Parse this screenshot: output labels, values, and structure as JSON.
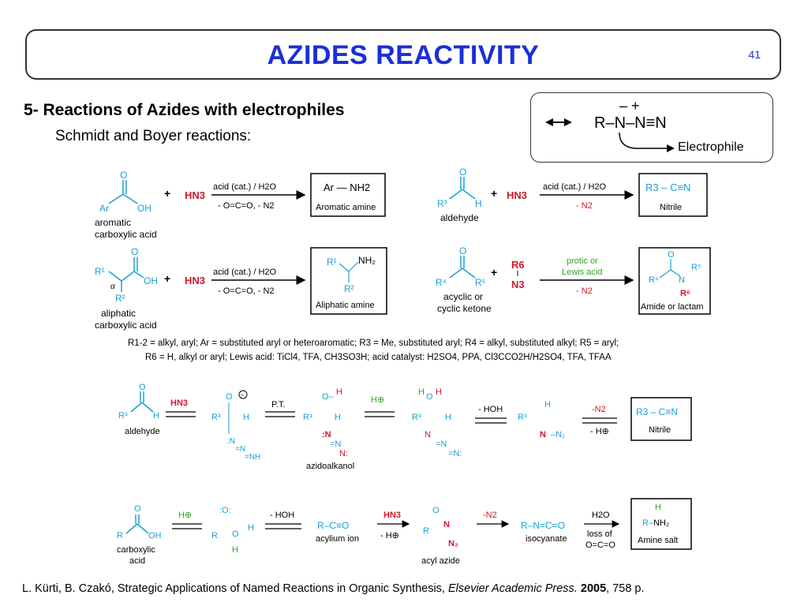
{
  "slide": {
    "title": "AZIDES REACTIVITY",
    "page_number": "41",
    "heading": "5- Reactions of Azides with electrophiles",
    "subheading": "Schmidt and Boyer reactions:"
  },
  "electrophile_box": {
    "charges": "–  +",
    "structure": "R–N–N≡N",
    "label": "Electrophile"
  },
  "scheme": {
    "row1": {
      "reactant1_name": "aromatic carboxylic acid",
      "reactant1_line1": "aromatic",
      "reactant1_line2": "carboxylic acid",
      "reagent": "HN3",
      "conditions_top": "acid (cat.) / H2O",
      "conditions_bottom": "- O=C=O,  - N2",
      "product_label": "Aromatic amine",
      "product_formula": "Ar — NH2",
      "reactant2_name": "aldehyde",
      "reagent2": "HN3",
      "conditions2_top": "acid (cat.) / H2O",
      "conditions2_bottom": "- N2",
      "product2_label": "Nitrile",
      "product2_formula": "R3 – C≡N"
    },
    "row2": {
      "reactant1_line1": "aliphatic",
      "reactant1_line2": "carboxylic acid",
      "reagent": "HN3",
      "conditions_top": "acid (cat.) / H2O",
      "conditions_bottom": "- O=C=O,  - N2",
      "product_label": "Aliphatic amine",
      "reactant2_line1": "acyclic or",
      "reactant2_line2": "cyclic ketone",
      "reagent2_top": "R6",
      "reagent2_bottom": "N3",
      "conditions2_line1": "protic or",
      "conditions2_line2": "Lewis acid",
      "conditions2_bottom": "- N2",
      "product2_label": "Amide or lactam"
    },
    "definitions_line1": "R1-2 = alkyl, aryl; Ar = substituted aryl or heteroaromatic; R3 = Me, substituted aryl; R4 = alkyl, substituted alkyl; R5 = aryl;",
    "definitions_line2": "R6 = H, alkyl or aryl; Lewis acid: TiCl4, TFA, CH3SO3H; acid catalyst: H2SO4, PPA, Cl3CCO2H/H2SO4, TFA, TFAA",
    "mechanism1": {
      "start_label": "aldehyde",
      "step1_reagent": "HN3",
      "step2_label": "P.T.",
      "intermediate_label": "azidoalkanol",
      "step3_reagent": "H⊕",
      "step4_label": "- HOH",
      "step5_top": "-N2",
      "step5_bottom": "- H⊕",
      "product_label": "Nitrile",
      "product_formula": "R3 – C≡N"
    },
    "mechanism2": {
      "start_line1": "carboxylic",
      "start_line2": "acid",
      "step1_reagent": "H⊕",
      "step2_label": "- HOH",
      "acylium_label": "acylium ion",
      "acylium_formula": "R–C≡O",
      "step3_top": "HN3",
      "step3_bottom": "- H⊕",
      "acyl_azide_label": "acyl azide",
      "step4_label": "-N2",
      "isocyanate_label": "isocyanate",
      "isocyanate_formula": "R–N=C=O",
      "step5_top": "H2O",
      "step5_mid": "loss of",
      "step5_bottom": "O=C=O",
      "product_label": "Amine salt"
    }
  },
  "citation": {
    "authors": "L. Kürti, B. Czakó, Strategic Applications of Named Reactions in Organic Synthesis, ",
    "publisher": "Elsevier Academic Press.",
    "year": "2005",
    "pages": ", 758 p."
  }
}
